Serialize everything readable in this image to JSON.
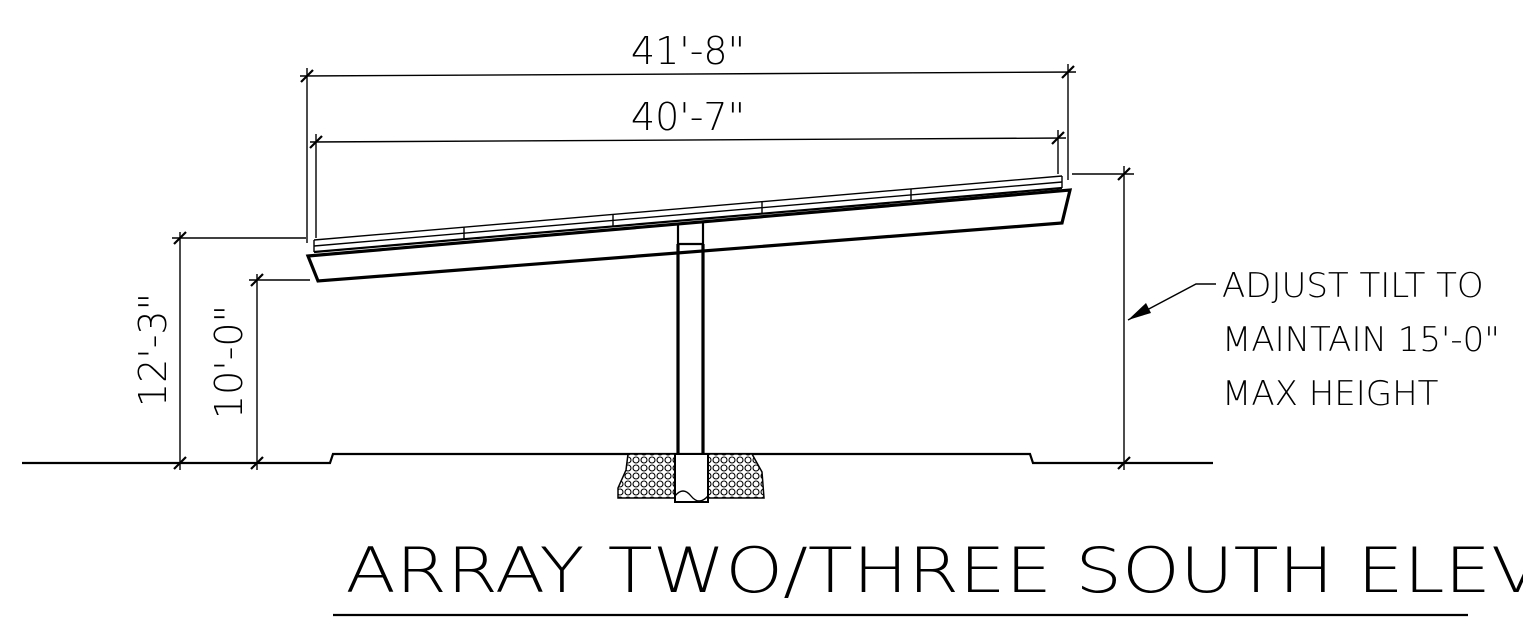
{
  "dimensions": {
    "overall_span": "41'-8\"",
    "panel_span": "40'-7\"",
    "low_edge_top_height": "12'-3\"",
    "low_edge_bottom_height": "10'-0\""
  },
  "note": {
    "line1": "ADJUST TILT TO",
    "line2": "MAINTAIN 15'-0\"",
    "line3": "MAX HEIGHT"
  },
  "title": "ARRAY TWO/THREE SOUTH ELEVATION",
  "colors": {
    "ink": "#000000",
    "paper": "#ffffff"
  }
}
